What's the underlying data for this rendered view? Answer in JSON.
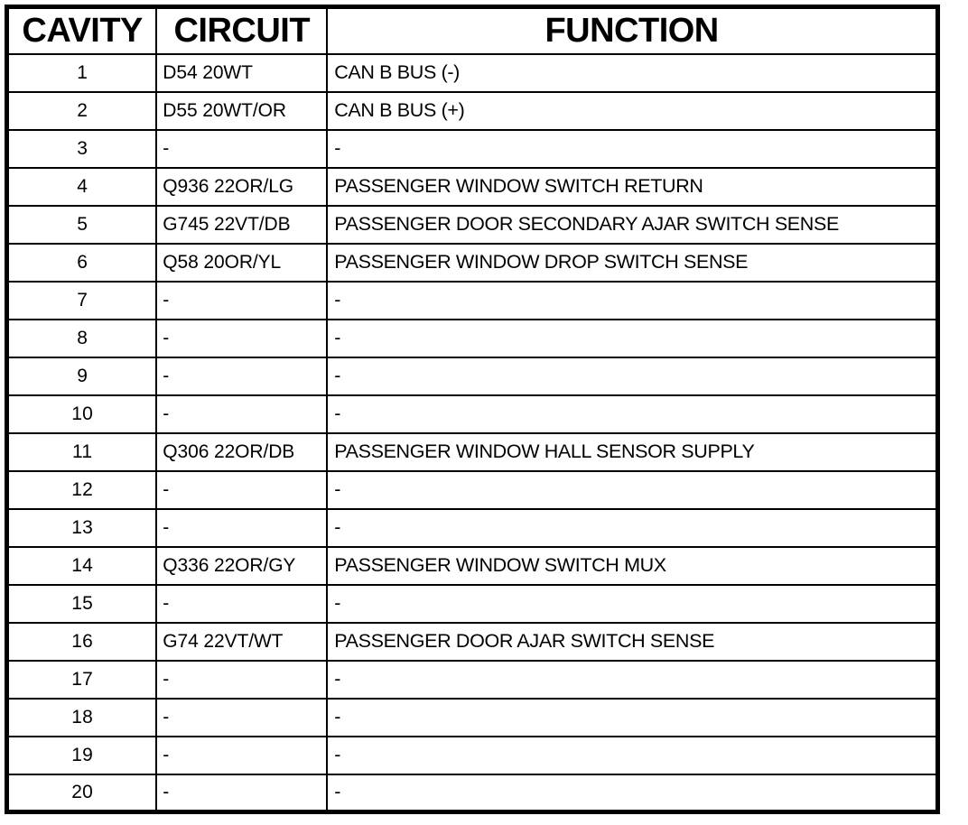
{
  "table": {
    "columns": [
      {
        "key": "cavity",
        "label": "CAVITY"
      },
      {
        "key": "circuit",
        "label": "CIRCUIT"
      },
      {
        "key": "function",
        "label": "FUNCTION"
      }
    ],
    "empty_marker": "-",
    "rows": [
      {
        "cavity": "1",
        "circuit": "D54 20WT",
        "function": "CAN B BUS (-)"
      },
      {
        "cavity": "2",
        "circuit": "D55 20WT/OR",
        "function": "CAN B BUS (+)"
      },
      {
        "cavity": "3",
        "circuit": "-",
        "function": "-"
      },
      {
        "cavity": "4",
        "circuit": "Q936 22OR/LG",
        "function": "PASSENGER WINDOW SWITCH RETURN"
      },
      {
        "cavity": "5",
        "circuit": "G745 22VT/DB",
        "function": "PASSENGER DOOR SECONDARY AJAR SWITCH SENSE"
      },
      {
        "cavity": "6",
        "circuit": "Q58 20OR/YL",
        "function": "PASSENGER WINDOW DROP SWITCH SENSE"
      },
      {
        "cavity": "7",
        "circuit": "-",
        "function": "-"
      },
      {
        "cavity": "8",
        "circuit": "-",
        "function": "-"
      },
      {
        "cavity": "9",
        "circuit": "-",
        "function": "-"
      },
      {
        "cavity": "10",
        "circuit": "-",
        "function": "-"
      },
      {
        "cavity": "11",
        "circuit": "Q306 22OR/DB",
        "function": "PASSENGER WINDOW HALL SENSOR SUPPLY"
      },
      {
        "cavity": "12",
        "circuit": "-",
        "function": "-"
      },
      {
        "cavity": "13",
        "circuit": "-",
        "function": "-"
      },
      {
        "cavity": "14",
        "circuit": "Q336 22OR/GY",
        "function": "PASSENGER WINDOW SWITCH MUX"
      },
      {
        "cavity": "15",
        "circuit": "-",
        "function": "-"
      },
      {
        "cavity": "16",
        "circuit": "G74 22VT/WT",
        "function": "PASSENGER DOOR AJAR SWITCH SENSE"
      },
      {
        "cavity": "17",
        "circuit": "-",
        "function": "-"
      },
      {
        "cavity": "18",
        "circuit": "-",
        "function": "-"
      },
      {
        "cavity": "19",
        "circuit": "-",
        "function": "-"
      },
      {
        "cavity": "20",
        "circuit": "-",
        "function": "-"
      }
    ]
  },
  "colors": {
    "background": "#ffffff",
    "text": "#000000",
    "border": "#000000"
  }
}
